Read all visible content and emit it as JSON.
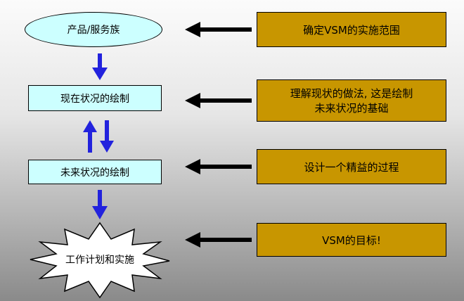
{
  "diagram": {
    "left_nodes": [
      {
        "id": "product-service-family",
        "shape": "ellipse",
        "label": "产品/服务族"
      },
      {
        "id": "current-state-map",
        "shape": "rect",
        "label": "现在状况的绘制"
      },
      {
        "id": "future-state-map",
        "shape": "rect",
        "label": "未来状况的绘制"
      },
      {
        "id": "work-plan-implement",
        "shape": "burst",
        "label": "工作计划和实施"
      }
    ],
    "right_notes": [
      {
        "label": "确定VSM的实施范围"
      },
      {
        "label": "理解现状的做法, 这是绘制\n未来状况的基础"
      },
      {
        "label": "设计一个精益的过程"
      },
      {
        "label": "VSM的目标!"
      }
    ]
  },
  "colors": {
    "node_fill": "#ccffff",
    "burst_fill": "#ffffff",
    "note_fill": "#c89600",
    "flow_arrow": "#2222dd",
    "note_arrow": "#000000",
    "border": "#000000",
    "background_top": "#fbfbfb",
    "background_bottom": "#8a8a8a"
  }
}
